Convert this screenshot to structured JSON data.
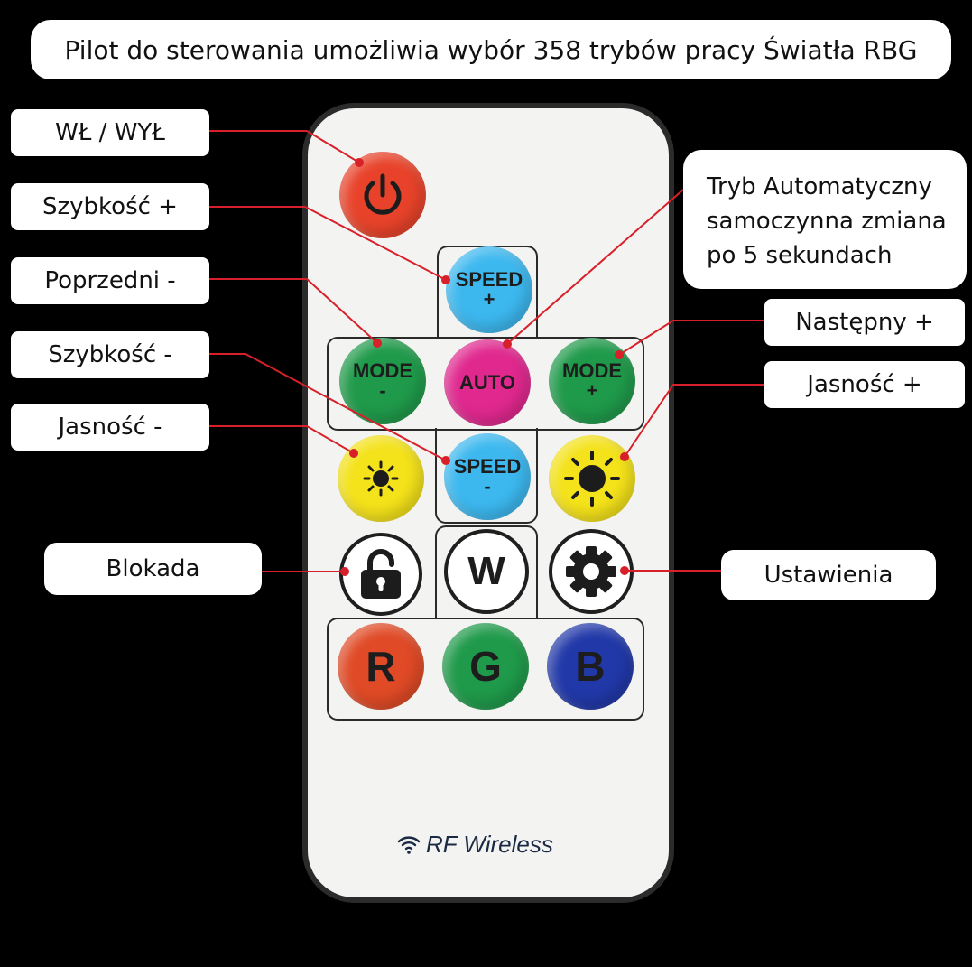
{
  "title": "Pilot do sterowania umożliwia wybór 358 trybów pracy Światła RBG",
  "callouts": {
    "power": "WŁ / WYŁ",
    "speed_plus": "Szybkość +",
    "prev": "Poprzedni -",
    "speed_minus": "Szybkość -",
    "bright_minus": "Jasność -",
    "lock": "Blokada",
    "auto_line1": "Tryb Automatyczny",
    "auto_line2": "samoczynna zmiana",
    "auto_line3": "po 5 sekundach",
    "next": "Następny +",
    "bright_plus": "Jasność +",
    "settings": "Ustawienia"
  },
  "remote": {
    "speed_up": {
      "line1": "SPEED",
      "line2": "+"
    },
    "speed_down": {
      "line1": "SPEED",
      "line2": "-"
    },
    "mode_minus": {
      "line1": "MODE",
      "line2": "-"
    },
    "mode_plus": {
      "line1": "MODE",
      "line2": "+"
    },
    "auto": "AUTO",
    "white": "W",
    "red": "R",
    "green": "G",
    "blue": "B",
    "brand": "RF Wireless"
  },
  "colors": {
    "background": "#000000",
    "callout_line": "#d8202a",
    "power_button": "#e8432a",
    "speed_buttons": "#3cb8ef",
    "mode_buttons": "#1f9a4a",
    "auto_button": "#e0288e",
    "brightness_buttons": "#f4e21a",
    "red_button": "#e04a26",
    "green_button": "#1f9a4a",
    "blue_button": "#2138a8"
  },
  "icons": [
    "power-icon",
    "sun-small-icon",
    "sun-large-icon",
    "unlock-icon",
    "gear-icon",
    "wifi-icon"
  ]
}
